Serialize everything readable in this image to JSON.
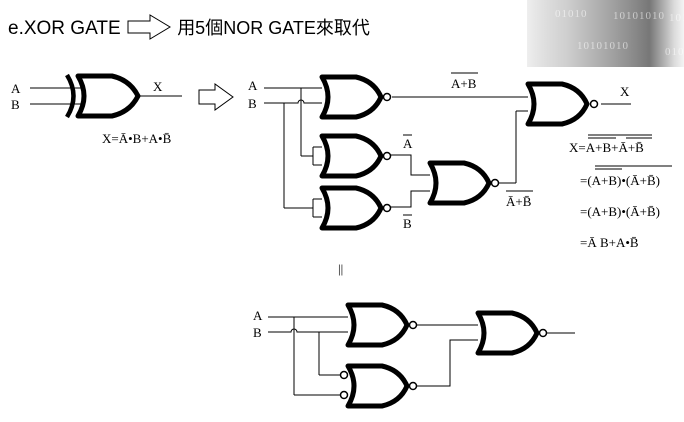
{
  "title": {
    "left": "e.XOR GATE",
    "right": "用5個NOR GATE來取代",
    "arrow_icon": "hollow-right-arrow-icon"
  },
  "banner": {
    "texts": [
      "01010",
      "10101010",
      "10101",
      "10101010",
      "010"
    ]
  },
  "xor_symbol": {
    "input_a": "A",
    "input_b": "B",
    "output": "X",
    "equation": "X=Ā•B+A•B̄"
  },
  "nor_circuit": {
    "input_a": "A",
    "input_b": "B",
    "output": "X",
    "label_nor_ab": "A+B",
    "label_not_a": "A",
    "label_not_b": "B",
    "label_nor_notab": "Ā+B̄",
    "derivation": [
      "X=A+B+Ā+B̄",
      "=(A+B)•(Ā+B̄)",
      "=(A+B)•(Ā+B̄)",
      "=Ā  B+A•B̄"
    ]
  },
  "equals_sign": "||",
  "simplified_circuit": {
    "input_a": "A",
    "input_b": "B"
  }
}
